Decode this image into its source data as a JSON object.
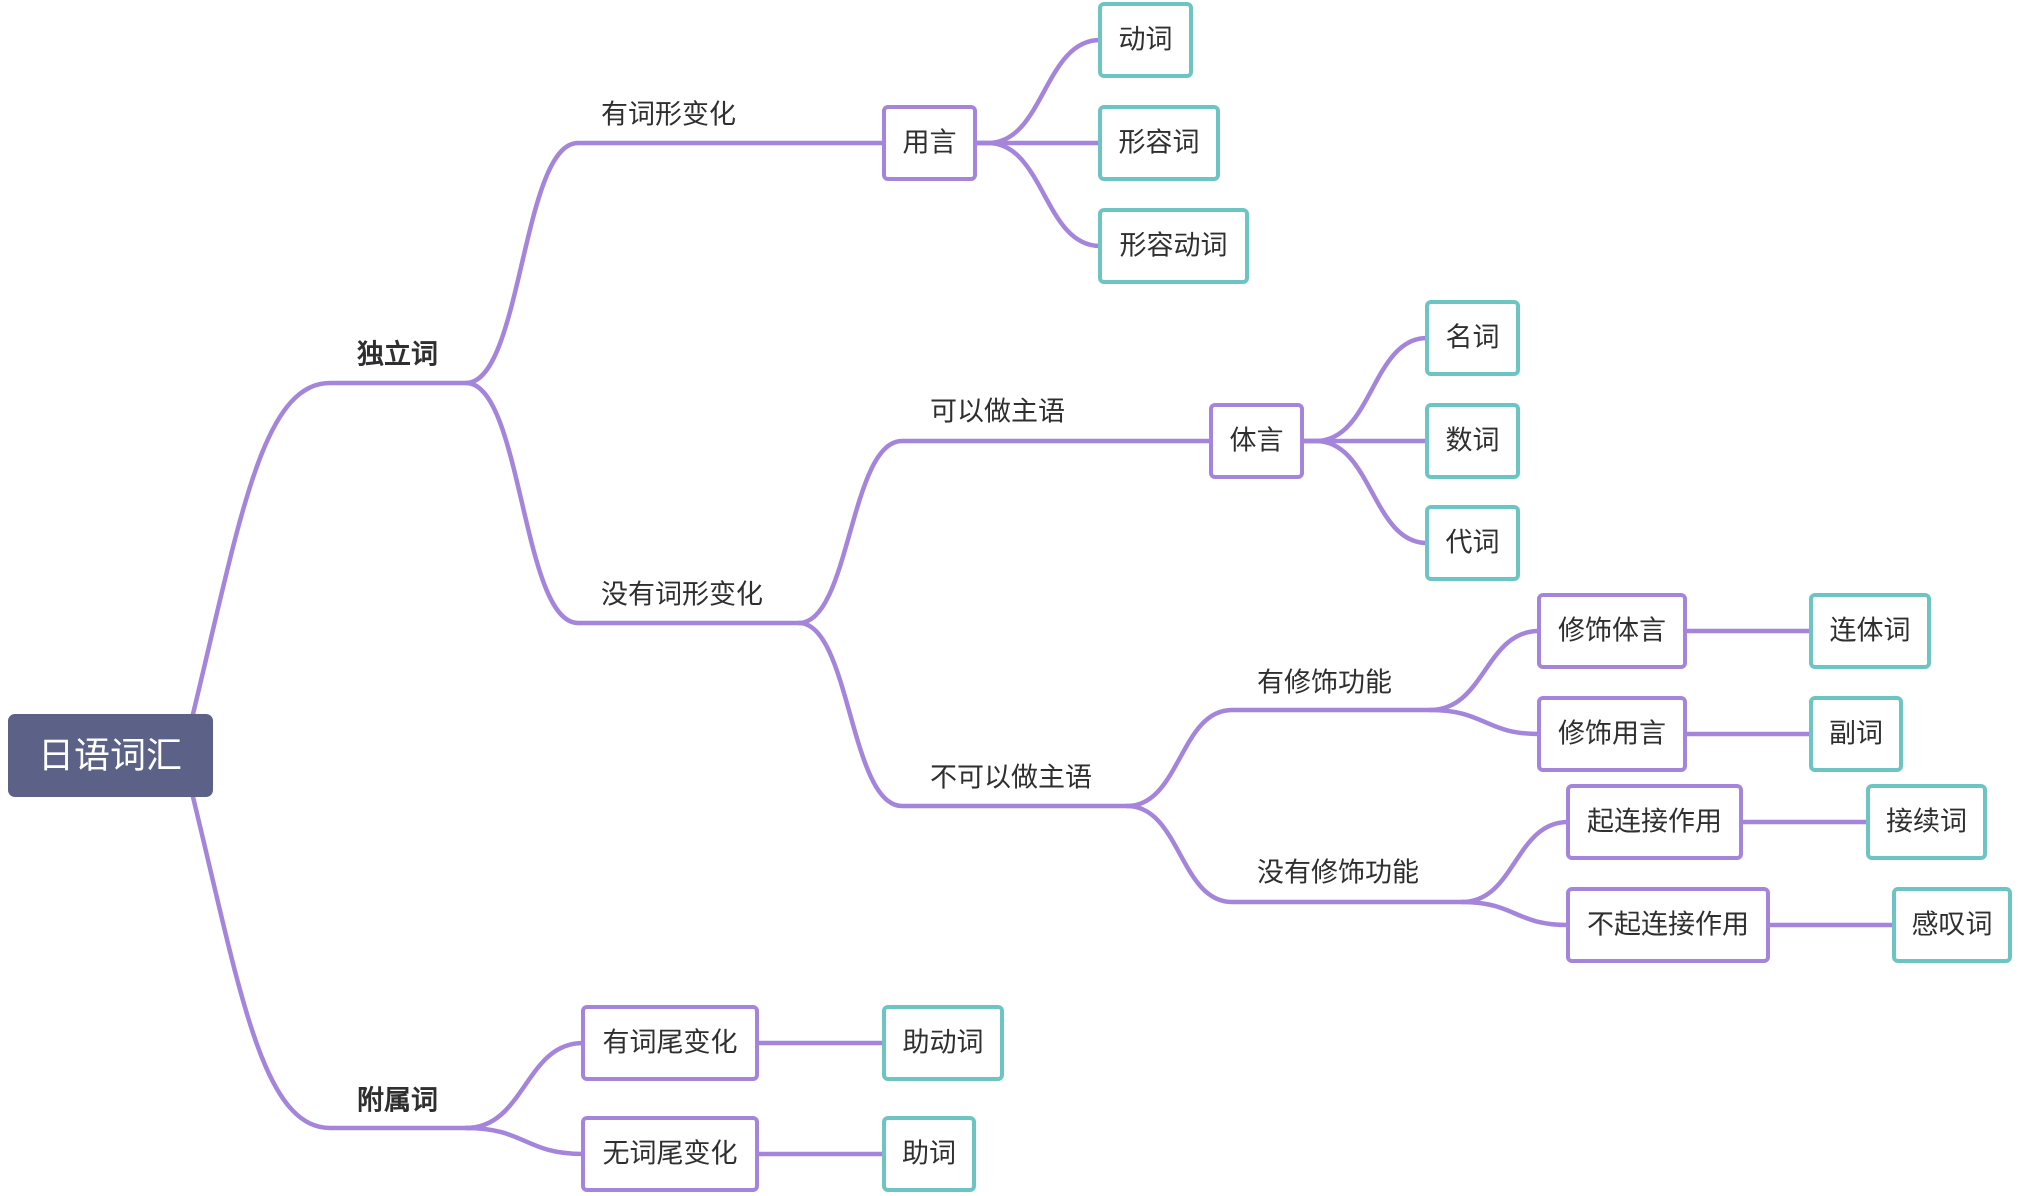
{
  "diagram": {
    "root": "日语词汇",
    "independent": {
      "label": "独立词",
      "inflected": {
        "label": "有词形变化",
        "group": "用言",
        "leaves": [
          "动词",
          "形容词",
          "形容动词"
        ]
      },
      "uninflected": {
        "label": "没有词形变化",
        "subject": {
          "label": "可以做主语",
          "group": "体言",
          "leaves": [
            "名词",
            "数词",
            "代词"
          ]
        },
        "non_subject": {
          "label": "不可以做主语",
          "modifying": {
            "label": "有修饰功能",
            "items": [
              {
                "label": "修饰体言",
                "leaf": "连体词"
              },
              {
                "label": "修饰用言",
                "leaf": "副词"
              }
            ]
          },
          "non_modifying": {
            "label": "没有修饰功能",
            "items": [
              {
                "label": "起连接作用",
                "leaf": "接续词"
              },
              {
                "label": "不起连接作用",
                "leaf": "感叹词"
              }
            ]
          }
        }
      }
    },
    "dependent": {
      "label": "附属词",
      "items": [
        {
          "label": "有词尾变化",
          "leaf": "助动词"
        },
        {
          "label": "无词尾变化",
          "leaf": "助词"
        }
      ]
    }
  },
  "colors": {
    "line": "#a485db",
    "branch": "#a485db",
    "leaf": "#6dc5c3",
    "root_fill": "#5b6187",
    "root_text": "#ffffff",
    "text": "#2f2f2f",
    "background": "#ffffff"
  }
}
